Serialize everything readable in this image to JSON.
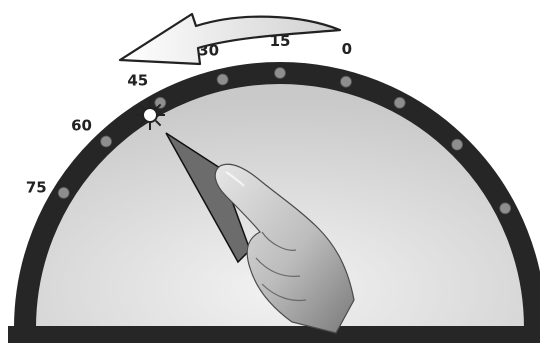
{
  "dial": {
    "labels": [
      "0",
      "15",
      "30",
      "45",
      "60",
      "75"
    ],
    "active_label": "45",
    "rim_color": "#262626",
    "face_color": "#d7d7d7",
    "marker_color": "#8e8e8e"
  },
  "arrow": {
    "direction": "counterclockwise"
  },
  "pointer": {
    "points_to": "45"
  }
}
